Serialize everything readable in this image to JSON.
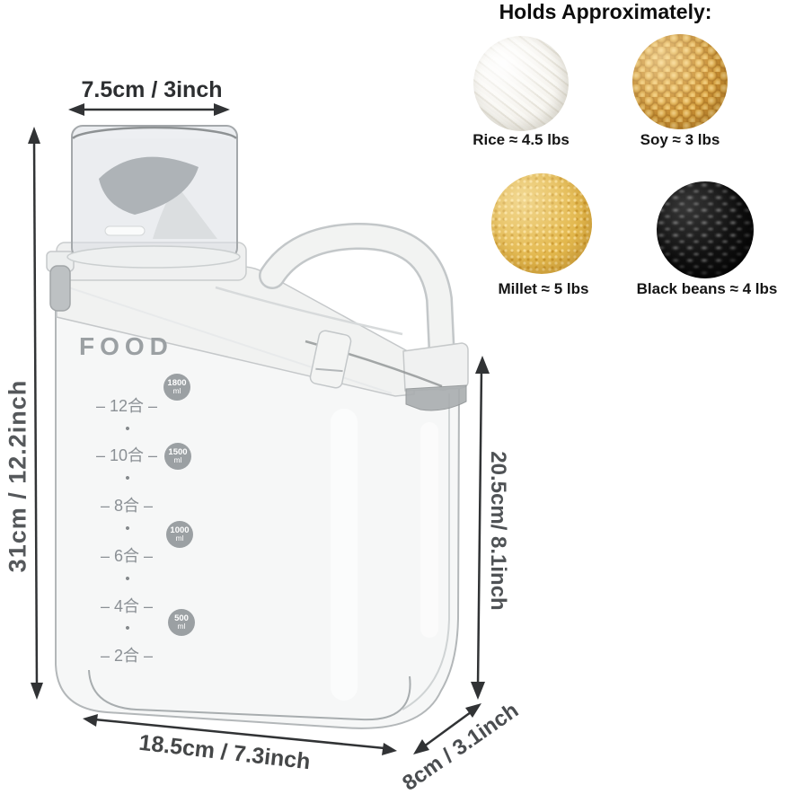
{
  "title": {
    "holds": "Holds Approximately:"
  },
  "capacity_items": [
    {
      "food": "rice",
      "label": "Rice ≈ 4.5 lbs"
    },
    {
      "food": "soy",
      "label": "Soy ≈ 3 lbs"
    },
    {
      "food": "millet",
      "label": "Millet ≈ 5 lbs"
    },
    {
      "food": "black-beans",
      "label": "Black beans ≈ 4 lbs"
    }
  ],
  "dimensions": {
    "lid_width": "7.5cm / 3inch",
    "total_height": "31cm / 12.2inch",
    "body_height": "20.5cm/ 8.1inch",
    "body_width": "18.5cm / 7.3inch",
    "depth": "8cm / 3.1inch"
  },
  "container": {
    "brand": "FOOD",
    "scale_marks": [
      "– 12合 –",
      "– 10合 –",
      "– 8合 –",
      "– 6合 –",
      "– 4合 –",
      "– 2合 –"
    ],
    "scale_dot": "•",
    "volume_badges": [
      {
        "value": "1800",
        "unit": "ml"
      },
      {
        "value": "1500",
        "unit": "ml"
      },
      {
        "value": "1000",
        "unit": "ml"
      },
      {
        "value": "500",
        "unit": "ml"
      }
    ]
  },
  "colors": {
    "background": "#ffffff",
    "annotation": "#313335",
    "brand_gray": "#9ba0a3",
    "lid_white": "#f1f2f1",
    "soy_gold": "#d9a545",
    "millet_gold": "#e4b94e",
    "bean_black": "#101010"
  }
}
